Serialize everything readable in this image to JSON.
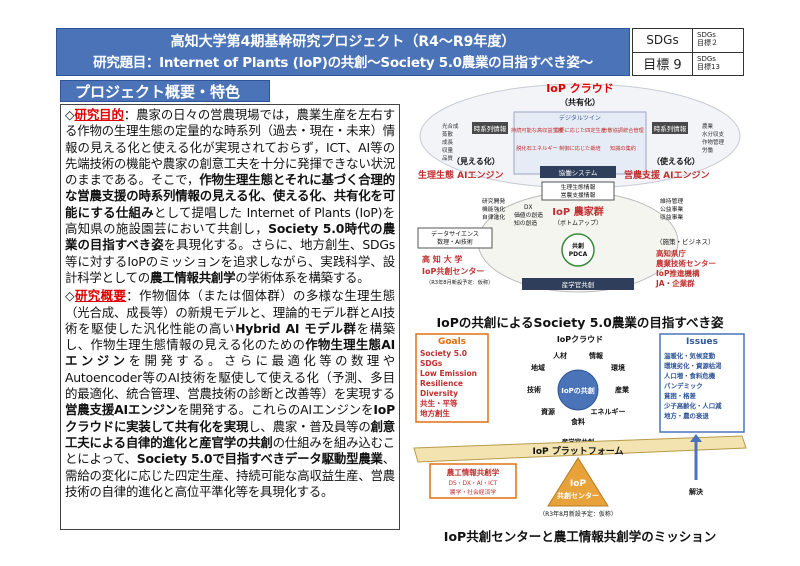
{
  "header": {
    "line1": "高知大学第4期基幹研究プロジェクト（R4〜R9年度）",
    "line2": "研究題目：Internet of Plants (IoP)の共創〜Society 5.0農業の目指すべき姿〜"
  },
  "sdgs": {
    "label": "SDGs",
    "main_goal": "目標 9",
    "sub1": "SDGs\n目標２",
    "sub2": "SDGs\n目標13"
  },
  "section": {
    "title": "プロジェクト概要・特色"
  },
  "body": {
    "p1_mark": "◇",
    "p1_head": "研究目的",
    "p1_a": "：農家の日々の営農現場では，農業生産を左右する作物の生理生態の定量的な時系列（過去・現在・未来）情報の見える化と使える化が実現されておらず，ICT、AI等の先端技術の機能や農家の創意工夫を十分に発揮できない状況のままである。そこで，",
    "p1_b": "作物生理生態とそれに基づく合理的な営農支援の時系列情報の見える化、使える化、共有化を可能にする仕組み",
    "p1_c": "として提唱した Internet of Plants (IoP)を高知県の施設園芸において共創し，",
    "p1_d": "Society 5.0時代の農業の目指すべき姿",
    "p1_e": "を具現化する。さらに、地方創生、SDGs等に対するIoPのミッションを追求しながら、実践科学、設計科学としての",
    "p1_f": "農工情報共創学",
    "p1_g": "の学術体系を構築する。",
    "p2_mark": "◇",
    "p2_head": "研究概要",
    "p2_a": "：作物個体（または個体群）の多様な生理生態（光合成、成長等）の新規モデルと、理論的モデル群とAI技術を駆使した汎化性能の高い",
    "p2_b": "Hybrid AI モデル群",
    "p2_c": "を構築し、作物生理生態情報の見える化のための",
    "p2_d": "作物生理生態AIエンジン",
    "p2_e": "を開発する。さらに最適化等の数理やAutoencoder等のAI技術を駆使して使える化（予測、多目的最適化、統合管理、営農技術の診断と改善等）を実現する",
    "p2_f": "営農支援AIエンジン",
    "p2_g": "を開発する。これらのAIエンジンを",
    "p2_h": "IoPクラウドに実装して共有化を実現",
    "p2_i": "し、農家・普及員等の",
    "p2_j": "創意工夫による自律的進化と産官学の共創",
    "p2_k": "の仕組みを組み込むことによって、",
    "p2_l": "Society 5.0で目指すべきデータ駆動型農業",
    "p2_m": "、需給の変化に応じた四定生産、持続可能な高収益生産、営農技術の自律的進化と高位平準化等を具現化する。"
  },
  "diagram1": {
    "cloud_title": "IoP クラウド",
    "cloud_sub": "（共有化）",
    "digital_twin": "デジタルツイン",
    "cloud_inner": [
      "持続可能な高収益生産",
      "需要に応じた四定生産",
      "分散協調統合管理",
      "脱化石エネルギー",
      "制御に応じた栽培",
      "知識の集約"
    ],
    "left_side": [
      "光合成",
      "蒸散",
      "成長",
      "収量",
      "品質"
    ],
    "right_side": [
      "農業",
      "水分収支",
      "作物管理",
      "労働"
    ],
    "timeseries_left": "時系列情報",
    "timeseries_right": "時系列情報",
    "visualize": "（見える化）",
    "usable": "（使える化）",
    "engine_left": "生理生態 AIエンジン",
    "engine_right": "営農支援 AIエンジン",
    "collab": "協働システム",
    "mid_box": "生理生態情報\n営農支援情報",
    "farmers": "IoP 農家群",
    "farmers_sub": "（ボトムアップ）",
    "pdca": "共創\nPDCA",
    "left_list": [
      "研究開発",
      "機能強化",
      "自律進化"
    ],
    "dx": [
      "DX",
      "価値の創造",
      "知の創造"
    ],
    "left_box": "データサイエンス\n数理・AI技術",
    "univ": "高 知 大 学",
    "univ_center": "IoP共創センター",
    "univ_note": "（R3年8月新設予定：仮称）",
    "right_list": [
      "維持管理",
      "公益事業",
      "収益事業"
    ],
    "right_box": "（施策・ビジネス）",
    "pref": [
      "高知県庁",
      "農業技術センター",
      "IoP推進機構",
      "JA・企業群"
    ],
    "sangaku": "産学官共創",
    "caption": "IoPの共創によるSociety 5.0農業の目指すべき姿"
  },
  "diagram2": {
    "goals_title": "Goals",
    "goals": [
      "Society 5.0",
      "SDGs",
      "Low Emission",
      "Resilience",
      "Diversity",
      "共生・平等",
      "地方創生"
    ],
    "iop_cloud": "IoPクラウド",
    "center": "IoPの共創",
    "around": [
      "人材",
      "情報",
      "環境",
      "産業",
      "エネルギー",
      "食料",
      "資源",
      "技術",
      "地域"
    ],
    "issues_title": "Issues",
    "issues": [
      "温暖化・気候変動",
      "環境劣化・資源枯渇",
      "人口増・食料危機",
      "パンデミック",
      "貧困・格差",
      "少子高齢化・人口減",
      "地方・農の衰退"
    ],
    "platform": "IoP プラットフォーム",
    "sangaku": "産学官共創",
    "kyoso_title": "農工情報共創学",
    "kyoso_sub": "DS・DX・AI・ICT\n農学・社会経済学",
    "center_title": "IoP",
    "center_sub": "共創センター",
    "note": "（R3年8月新設予定：仮称）",
    "solve": "解決",
    "caption": "IoP共創センターと農工情報共創学のミッション"
  },
  "colors": {
    "header_bg": "#4a73b8",
    "accent_red": "#d00000",
    "orange": "#e07010",
    "green": "#3a8a3a"
  }
}
